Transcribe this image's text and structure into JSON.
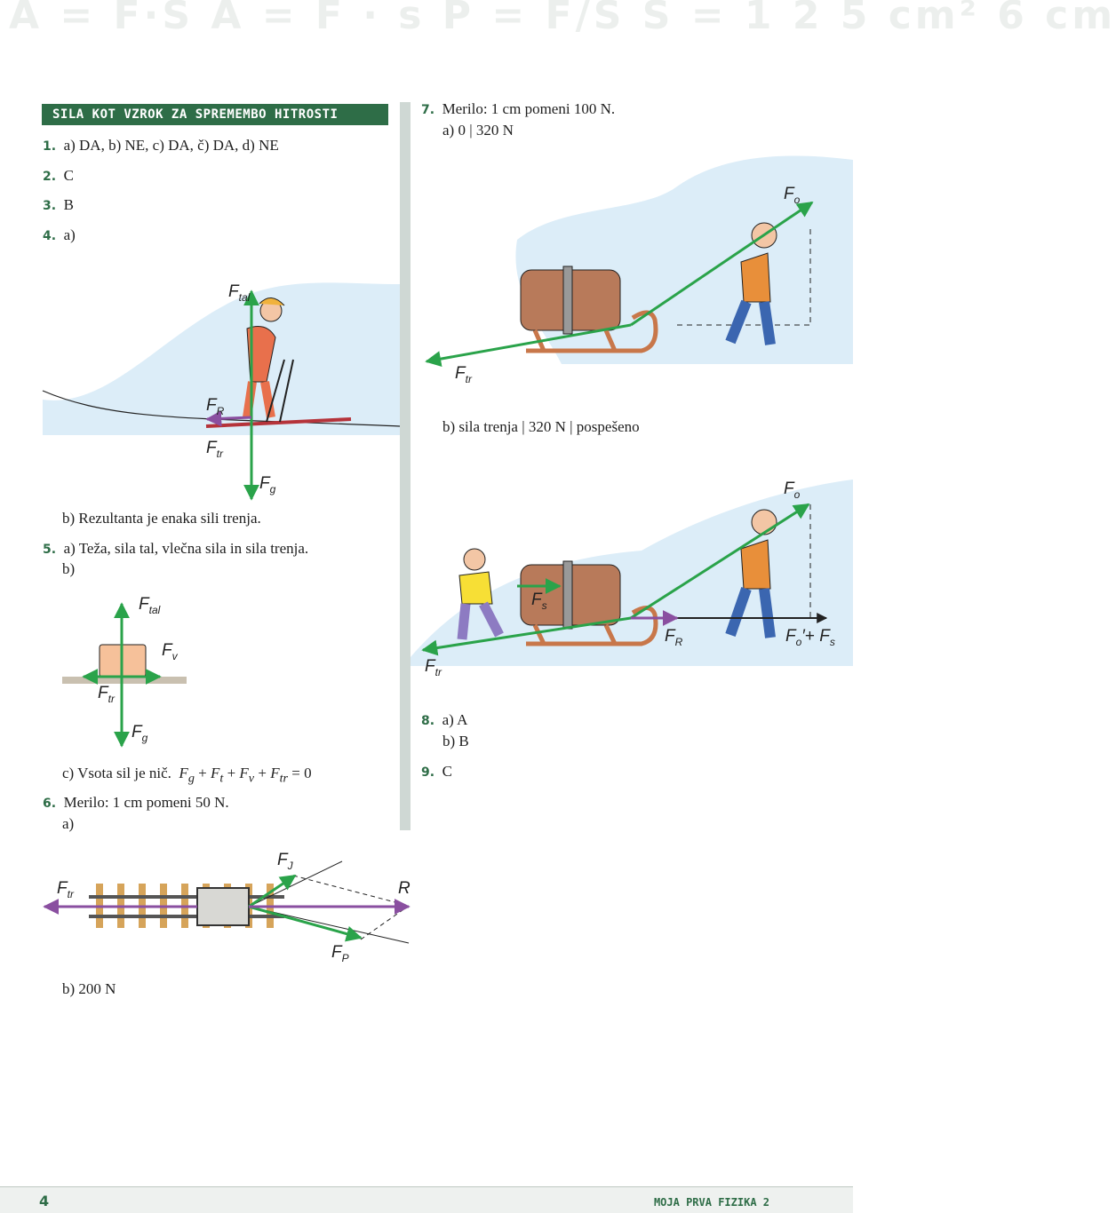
{
  "watermark": "A = F·S   A = F · s   P = F/S   S = 1 2 5 cm²   6 cm",
  "section_title": "SILA KOT VZROK ZA SPREMEMBO HITROSTI",
  "left": {
    "q1": {
      "num": "1.",
      "text": "a) DA, b) NE, c) DA, č) DA, d) NE"
    },
    "q2": {
      "num": "2.",
      "text": "C"
    },
    "q3": {
      "num": "3.",
      "text": "B"
    },
    "q4": {
      "num": "4.",
      "text": "a)"
    },
    "q4b": "b) Rezultanta je enaka sili trenja.",
    "q5": {
      "num": "5.",
      "text": "a) Teža, sila tal, vlečna sila in sila trenja."
    },
    "q5b": "b)",
    "q5c": "c) Vsota sil je nič.",
    "q5c_eq": "= 0",
    "q6": {
      "num": "6.",
      "text": "Merilo: 1 cm pomeni 50 N."
    },
    "q6a": "a)",
    "q6b": "b) 200 N"
  },
  "right": {
    "q7": {
      "num": "7.",
      "text": "Merilo: 1 cm pomeni 100 N."
    },
    "q7a": "a) 0 | 320 N",
    "q7b": "b) sila trenja | 320 N | pospešeno",
    "q8": {
      "num": "8.",
      "text": "a) A"
    },
    "q8b": "b) B",
    "q9": {
      "num": "9.",
      "text": "C"
    }
  },
  "labels": {
    "F": "F",
    "tal": "tal",
    "R": "R",
    "tr": "tr",
    "g": "g",
    "v": "v",
    "o": "o",
    "s": "s",
    "J": "J",
    "P": "P",
    "t": "t",
    "plus": "+",
    "prime": "′"
  },
  "footer": {
    "page_number": "4",
    "book_title": "MOJA PRVA FIZIKA 2"
  },
  "colors": {
    "accent": "#2e6d47",
    "arrow_green": "#2aa34a",
    "arrow_purple": "#8a4fa0",
    "snow": "#dcedf8"
  }
}
